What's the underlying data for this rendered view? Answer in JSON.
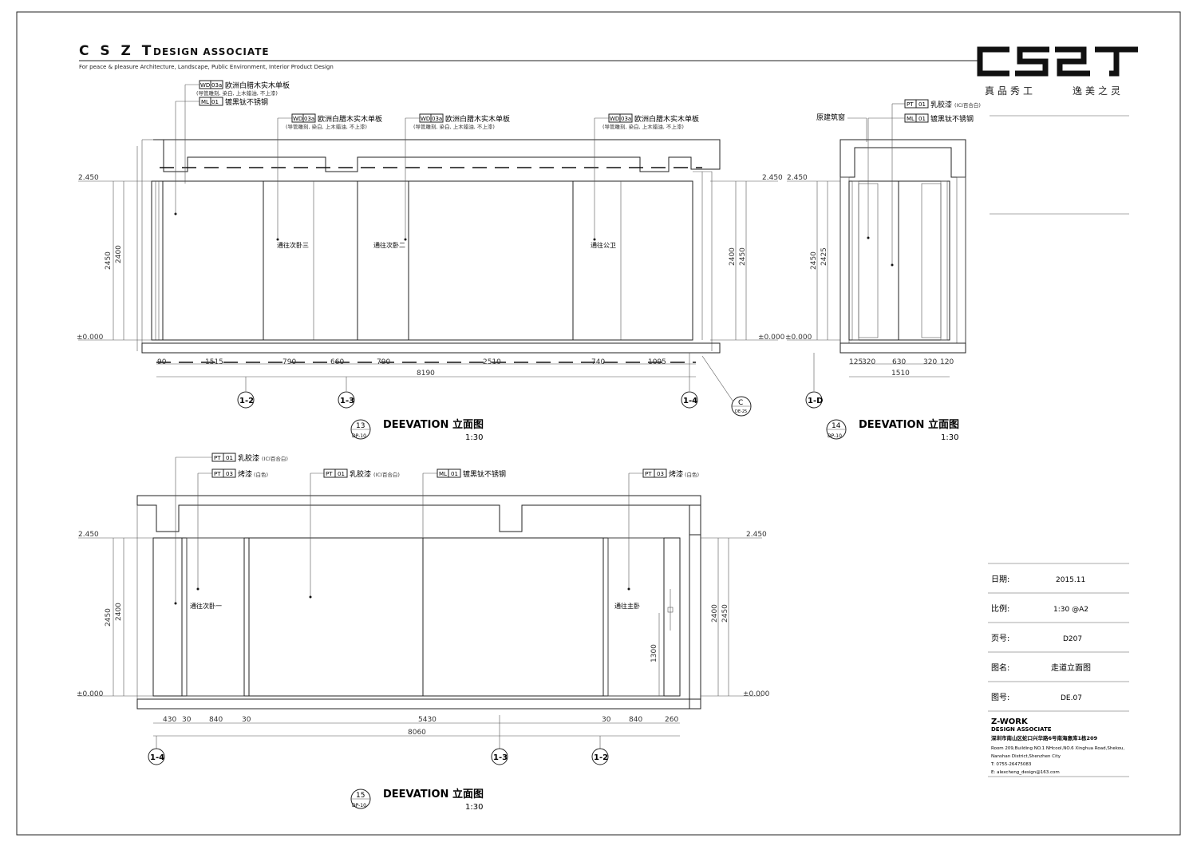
{
  "header": {
    "brand_letters": "C S Z T",
    "brand_suffix": "DESIGN ASSOCIATE",
    "tagline": "For peace  &  pleasure  Architecture, Landscape, Public Environment, Interior  Product  Design",
    "logo_text": "CSZT",
    "slogan_left": "真品秀工",
    "slogan_right": "逸美之灵"
  },
  "views": [
    {
      "number": "13",
      "ref": "DP-10",
      "title": "DEEVATION 立面图",
      "scale": "1:30",
      "labels": [
        {
          "code": "WD",
          "num": "03a",
          "text": "欧洲白腊木实木单板",
          "note": "(导管雕刻, 染白, 上木蜡油, 不上漆)"
        },
        {
          "code": "ML",
          "num": "01",
          "text": "镀黑钛不锈钢",
          "note": ""
        },
        {
          "code": "WD",
          "num": "03a",
          "text": "欧洲白腊木实木单板",
          "note": "(导管雕刻, 染白, 上木蜡油, 不上漆)"
        },
        {
          "code": "WD",
          "num": "03a",
          "text": "欧洲白腊木实木单板",
          "note": "(导管雕刻, 染白, 上木蜡油, 不上漆)"
        },
        {
          "code": "WD",
          "num": "03a",
          "text": "欧洲白腊木实木单板",
          "note": "(导管雕刻, 染白, 上木蜡油, 不上漆)"
        }
      ],
      "door_labels": [
        "通往次卧三",
        "通往次卧二",
        "通往公卫"
      ],
      "levels": [
        "2.450",
        "±0.000"
      ],
      "heights": [
        "2450",
        "2400"
      ],
      "dims": [
        "90",
        "1515",
        "790",
        "660",
        "790",
        "2510",
        "740",
        "1095"
      ],
      "total": "8190",
      "grid": [
        "1-2",
        "1-3",
        "1-4"
      ],
      "callout": {
        "letter": "C",
        "ref": "DE-25"
      }
    },
    {
      "number": "14",
      "ref": "DP-10",
      "title": "DEEVATION 立面图",
      "scale": "1:30",
      "labels": [
        {
          "code": "PT",
          "num": "01",
          "text": "乳胶漆",
          "note": "(ICI百合白)"
        },
        {
          "code": "ML",
          "num": "01",
          "text": "镀黑钛不锈钢",
          "note": ""
        }
      ],
      "window_label": "原建筑窗",
      "levels": [
        "2.450",
        "±0.000"
      ],
      "heights": [
        "2450",
        "2425"
      ],
      "dims": [
        "125",
        "320",
        "630",
        "320",
        "120"
      ],
      "total": "1510",
      "grid": [
        "1-D"
      ]
    },
    {
      "number": "15",
      "ref": "DP-10",
      "title": "DEEVATION 立面图",
      "scale": "1:30",
      "labels": [
        {
          "code": "PT",
          "num": "01",
          "text": "乳胶漆",
          "note": "(ICI百合白)"
        },
        {
          "code": "PT",
          "num": "03",
          "text": "烤漆",
          "note": "(白色)"
        },
        {
          "code": "PT",
          "num": "01",
          "text": "乳胶漆",
          "note": "(ICI百合白)"
        },
        {
          "code": "ML",
          "num": "01",
          "text": "镀黑钛不锈钢",
          "note": ""
        },
        {
          "code": "PT",
          "num": "03",
          "text": "烤漆",
          "note": "(白色)"
        }
      ],
      "door_labels": [
        "通往次卧一",
        "通往主卧"
      ],
      "handle_height": "1300",
      "levels": [
        "2.450",
        "±0.000"
      ],
      "heights": [
        "2450",
        "2400"
      ],
      "dims": [
        "430",
        "30",
        "840",
        "30",
        "5430",
        "30",
        "840",
        "260"
      ],
      "total": "8060",
      "grid": [
        "1-4",
        "1-3",
        "1-2"
      ]
    }
  ],
  "title_block": {
    "rows": [
      {
        "label": "日期:",
        "value": "2015.11"
      },
      {
        "label": "比例:",
        "value": "1:30 @A2"
      },
      {
        "label": "页号:",
        "value": "D207"
      },
      {
        "label": "图名:",
        "value": "走道立面图"
      },
      {
        "label": "图号:",
        "value": "DE.07"
      }
    ],
    "company": "Z-WORK",
    "company_sub": "DESIGN ASSOCIATE",
    "address_cn": "深圳市南山区蛇口兴华路6号南海意库1栋209",
    "address_en_1": "Room 209,Building NO.1 NHcool,NO.6 Xinghua Road,Shekou,",
    "address_en_2": "Nanshan District,Shenzhen City",
    "tel": "T:  0755-26475083",
    "email": "E:  alexcheng_design@163.com"
  }
}
